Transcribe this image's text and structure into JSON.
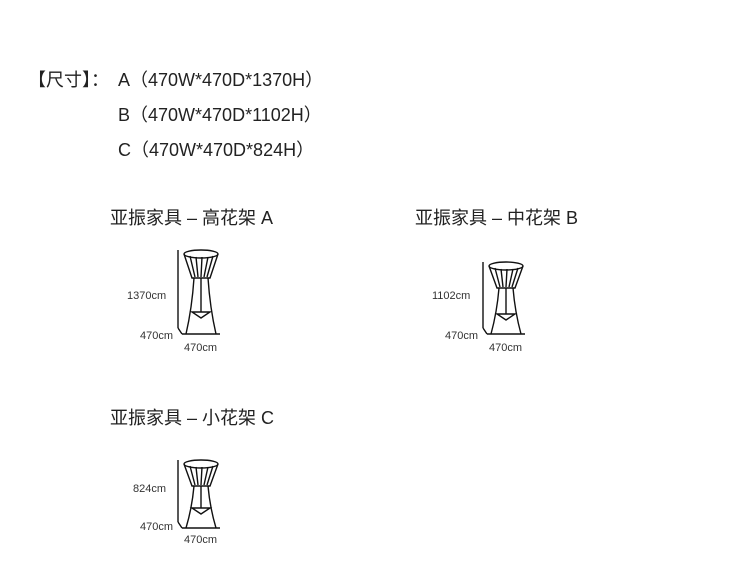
{
  "spec": {
    "label": "【尺寸】：",
    "lines": [
      "A（470W*470D*1370H）",
      "B（470W*470D*1102H）",
      "C（470W*470D*824H）"
    ]
  },
  "products": [
    {
      "title": "亚振家具 – 高花架 A",
      "height": "1370cm",
      "depth": "470cm",
      "width": "470cm"
    },
    {
      "title": "亚振家具 – 中花架 B",
      "height": "1102cm",
      "depth": "470cm",
      "width": "470cm"
    },
    {
      "title": "亚振家具 – 小花架 C",
      "height": "824cm",
      "depth": "470cm",
      "width": "470cm"
    }
  ]
}
